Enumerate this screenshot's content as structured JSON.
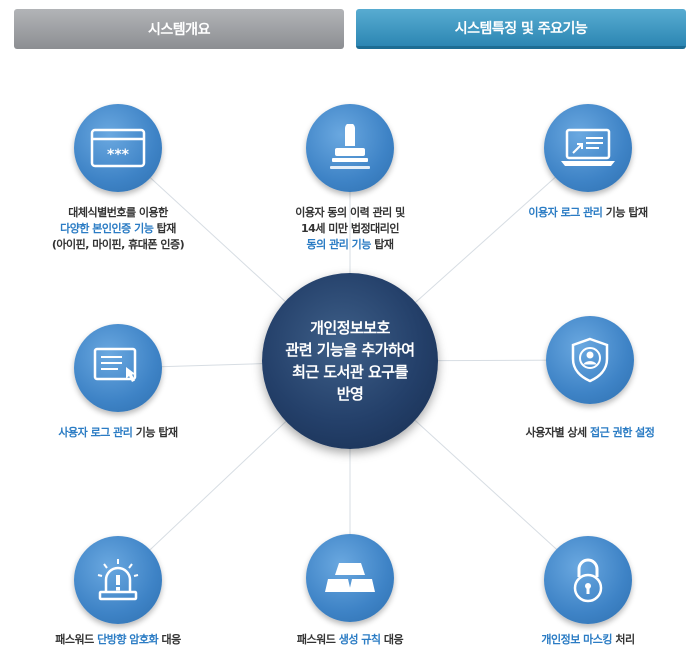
{
  "tabs": [
    {
      "label": "시스템개요",
      "active": false
    },
    {
      "label": "시스템특징 및 주요기능",
      "active": true
    }
  ],
  "center": {
    "lines": [
      "개인정보보호",
      "관련 기능을 추가하여",
      "최근 도서관 요구를",
      "반영"
    ]
  },
  "features": {
    "top_left": {
      "icon": "password-card-icon",
      "card_text": "***",
      "line1": "대체식별번호를 이용한",
      "line2_hl": "다양한 본인인증 기능",
      "line2_rest": " 탑재",
      "line3": "(아이핀, 마이핀, 휴대폰 인증)"
    },
    "top_center": {
      "icon": "stamp-icon",
      "line1": "이용자 동의 이력 관리 및",
      "line2": "14세 미만 법정대리인",
      "line3_hl": "동의 관리 기능",
      "line3_rest": " 탑재"
    },
    "top_right": {
      "icon": "laptop-icon",
      "line1_hl": "이용자 로그 관리",
      "line1_rest": " 기능 탑재"
    },
    "mid_left": {
      "icon": "monitor-click-icon",
      "line1_hl": "사용자 로그 관리",
      "line1_rest": " 기능 탑재"
    },
    "mid_right": {
      "icon": "shield-user-icon",
      "line1_pre": "사용자별 상세 ",
      "line1_hl": "접근 권한 설정"
    },
    "bottom_left": {
      "icon": "alarm-light-icon",
      "line1_pre": "패스워드 ",
      "line1_hl": "단방향 암호화",
      "line1_rest": " 대응"
    },
    "bottom_center": {
      "icon": "gold-bars-icon",
      "line1_pre": "패스워드 ",
      "line1_hl": "생성 규칙",
      "line1_rest": " 대응"
    },
    "bottom_right": {
      "icon": "padlock-icon",
      "line1_hl": "개인정보 마스킹",
      "line1_rest": " 처리"
    }
  },
  "colors": {
    "highlight": "#2b7cc4",
    "node": "#3e83c6",
    "center": "#24406a",
    "tab_active": "#3a95c1",
    "tab_inactive": "#a0a2a5"
  }
}
